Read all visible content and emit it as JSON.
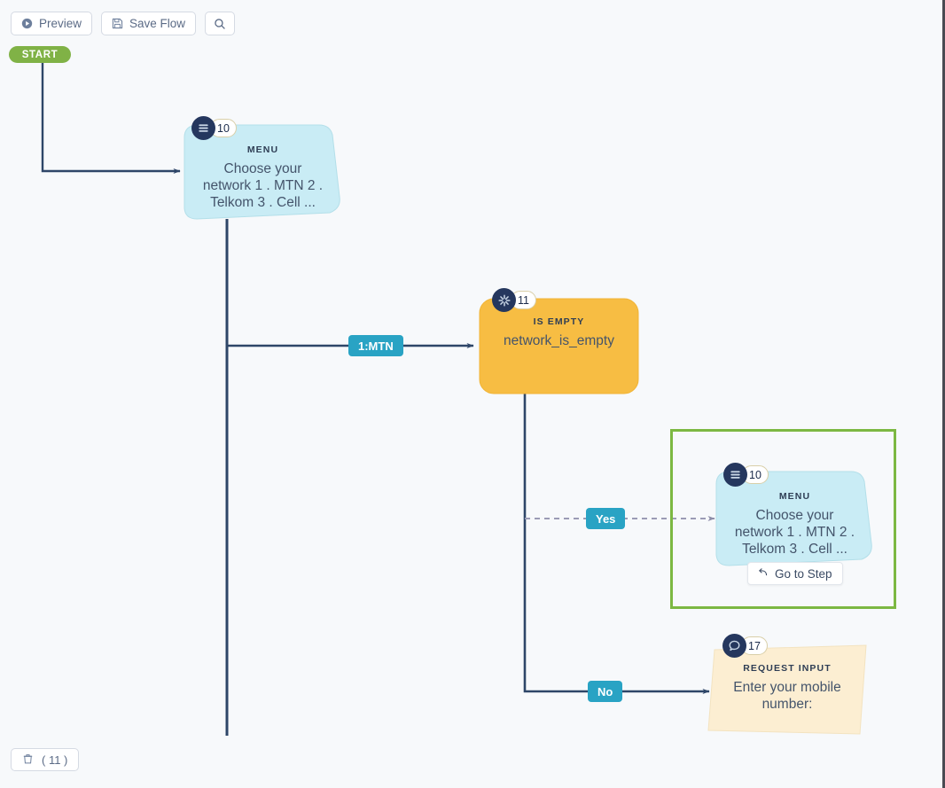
{
  "toolbar": {
    "preview_label": "Preview",
    "save_label": "Save Flow",
    "search_icon": "search-icon",
    "preview_icon": "play-circle-icon",
    "save_icon": "floppy-disk-icon"
  },
  "start": {
    "label": "START"
  },
  "trash": {
    "label": "( 11 )",
    "icon": "trash-icon"
  },
  "colors": {
    "canvas_bg": "#f7f9fb",
    "start_green": "#80b246",
    "highlight_green": "#7cb842",
    "edge_label_teal": "#29a3c4",
    "menu_node_fill": "#c9ecf5",
    "condition_node_fill": "#f7bd43",
    "input_node_fill": "#fceed2",
    "badge_navy": "#25375e",
    "edge_line": "#2e4668",
    "dashed_edge": "#9b9bb5"
  },
  "nodes": [
    {
      "id": "menu-10",
      "type_label": "MENU",
      "step_number": "10",
      "icon": "hamburger-menu-icon",
      "text": "Choose your network 1 . MTN 2 . Telkom 3 . Cell ...",
      "shape": "menu"
    },
    {
      "id": "is-empty-11",
      "type_label": "IS EMPTY",
      "step_number": "11",
      "icon": "asterisk-burst-icon",
      "text": "network_is_empty",
      "shape": "rounded"
    },
    {
      "id": "menu-10-goto",
      "type_label": "MENU",
      "step_number": "10",
      "icon": "hamburger-menu-icon",
      "text": "Choose your network 1 . MTN 2 . Telkom 3 . Cell ...",
      "shape": "menu",
      "highlighted": true,
      "action_label": "Go to Step",
      "action_icon": "undo-arrow-icon"
    },
    {
      "id": "request-input-17",
      "type_label": "REQUEST INPUT",
      "step_number": "17",
      "icon": "speech-bubble-icon",
      "text": "Enter your mobile number:",
      "shape": "parallelogram"
    }
  ],
  "edges": [
    {
      "id": "edge-mtn",
      "label": "1:MTN",
      "style": "solid"
    },
    {
      "id": "edge-yes",
      "label": "Yes",
      "style": "dashed"
    },
    {
      "id": "edge-no",
      "label": "No",
      "style": "solid"
    }
  ]
}
